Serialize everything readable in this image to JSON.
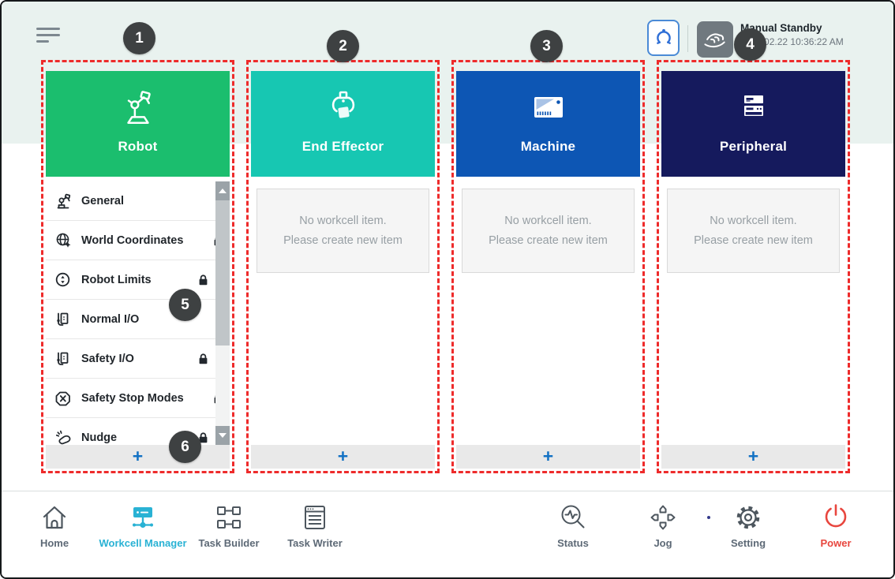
{
  "topbar": {
    "menu_icon": "hamburger-icon",
    "posture_button_icon": "robot-posture-icon",
    "hand_button_icon": "hand-guide-icon",
    "status_title": "Manual Standby",
    "status_time": "2021.02.22 10:36:22 AM"
  },
  "shared": {
    "empty_line1": "No workcell item.",
    "empty_line2": "Please create new item",
    "add_label": "+"
  },
  "columns": [
    {
      "title": "Robot",
      "header_color": "#1bbe6e",
      "icon": "robot-arm-icon",
      "items": [
        {
          "label": "General",
          "icon": "robot-general-icon",
          "locked": false
        },
        {
          "label": "World Coordinates",
          "icon": "world-coordinates-icon",
          "locked": true
        },
        {
          "label": "Robot Limits",
          "icon": "robot-limits-icon",
          "locked": true
        },
        {
          "label": "Normal I/O",
          "icon": "io-icon",
          "locked": false
        },
        {
          "label": "Safety I/O",
          "icon": "io-icon",
          "locked": true
        },
        {
          "label": "Safety Stop Modes",
          "icon": "stop-modes-icon",
          "locked": true
        },
        {
          "label": "Nudge",
          "icon": "nudge-icon",
          "locked": true
        }
      ]
    },
    {
      "title": "End Effector",
      "header_color": "#17c7b2",
      "icon": "gripper-icon"
    },
    {
      "title": "Machine",
      "header_color": "#0d56b4",
      "icon": "machine-icon"
    },
    {
      "title": "Peripheral",
      "header_color": "#151a5d",
      "icon": "peripheral-icon"
    }
  ],
  "callouts": {
    "c1": "1",
    "c2": "2",
    "c3": "3",
    "c4": "4",
    "c5": "5",
    "c6": "6"
  },
  "nav": {
    "items": [
      {
        "label": "Home",
        "icon": "home-icon",
        "active": false
      },
      {
        "label": "Workcell Manager",
        "icon": "workcell-manager-icon",
        "active": true
      },
      {
        "label": "Task Builder",
        "icon": "task-builder-icon",
        "active": false
      },
      {
        "label": "Task Writer",
        "icon": "task-writer-icon",
        "active": false
      },
      {
        "label": "Status",
        "icon": "status-icon",
        "active": false
      },
      {
        "label": "Jog",
        "icon": "jog-icon",
        "active": false
      },
      {
        "label": "Setting",
        "icon": "setting-icon",
        "active": false
      },
      {
        "label": "Power",
        "icon": "power-icon",
        "active": false
      }
    ],
    "active_color": "#29b2d4",
    "power_color": "#e8463e"
  },
  "colors": {
    "top_band": "#e9f2ef",
    "annotation_red": "#ee2b2b",
    "callout_bg": "#3e4142",
    "footer_bg": "#e9e9e9",
    "plus_blue": "#1472c4",
    "header_robot": "#1bbe6e",
    "header_end_effector": "#17c7b2",
    "header_machine": "#0d56b4",
    "header_peripheral": "#151a5d"
  }
}
